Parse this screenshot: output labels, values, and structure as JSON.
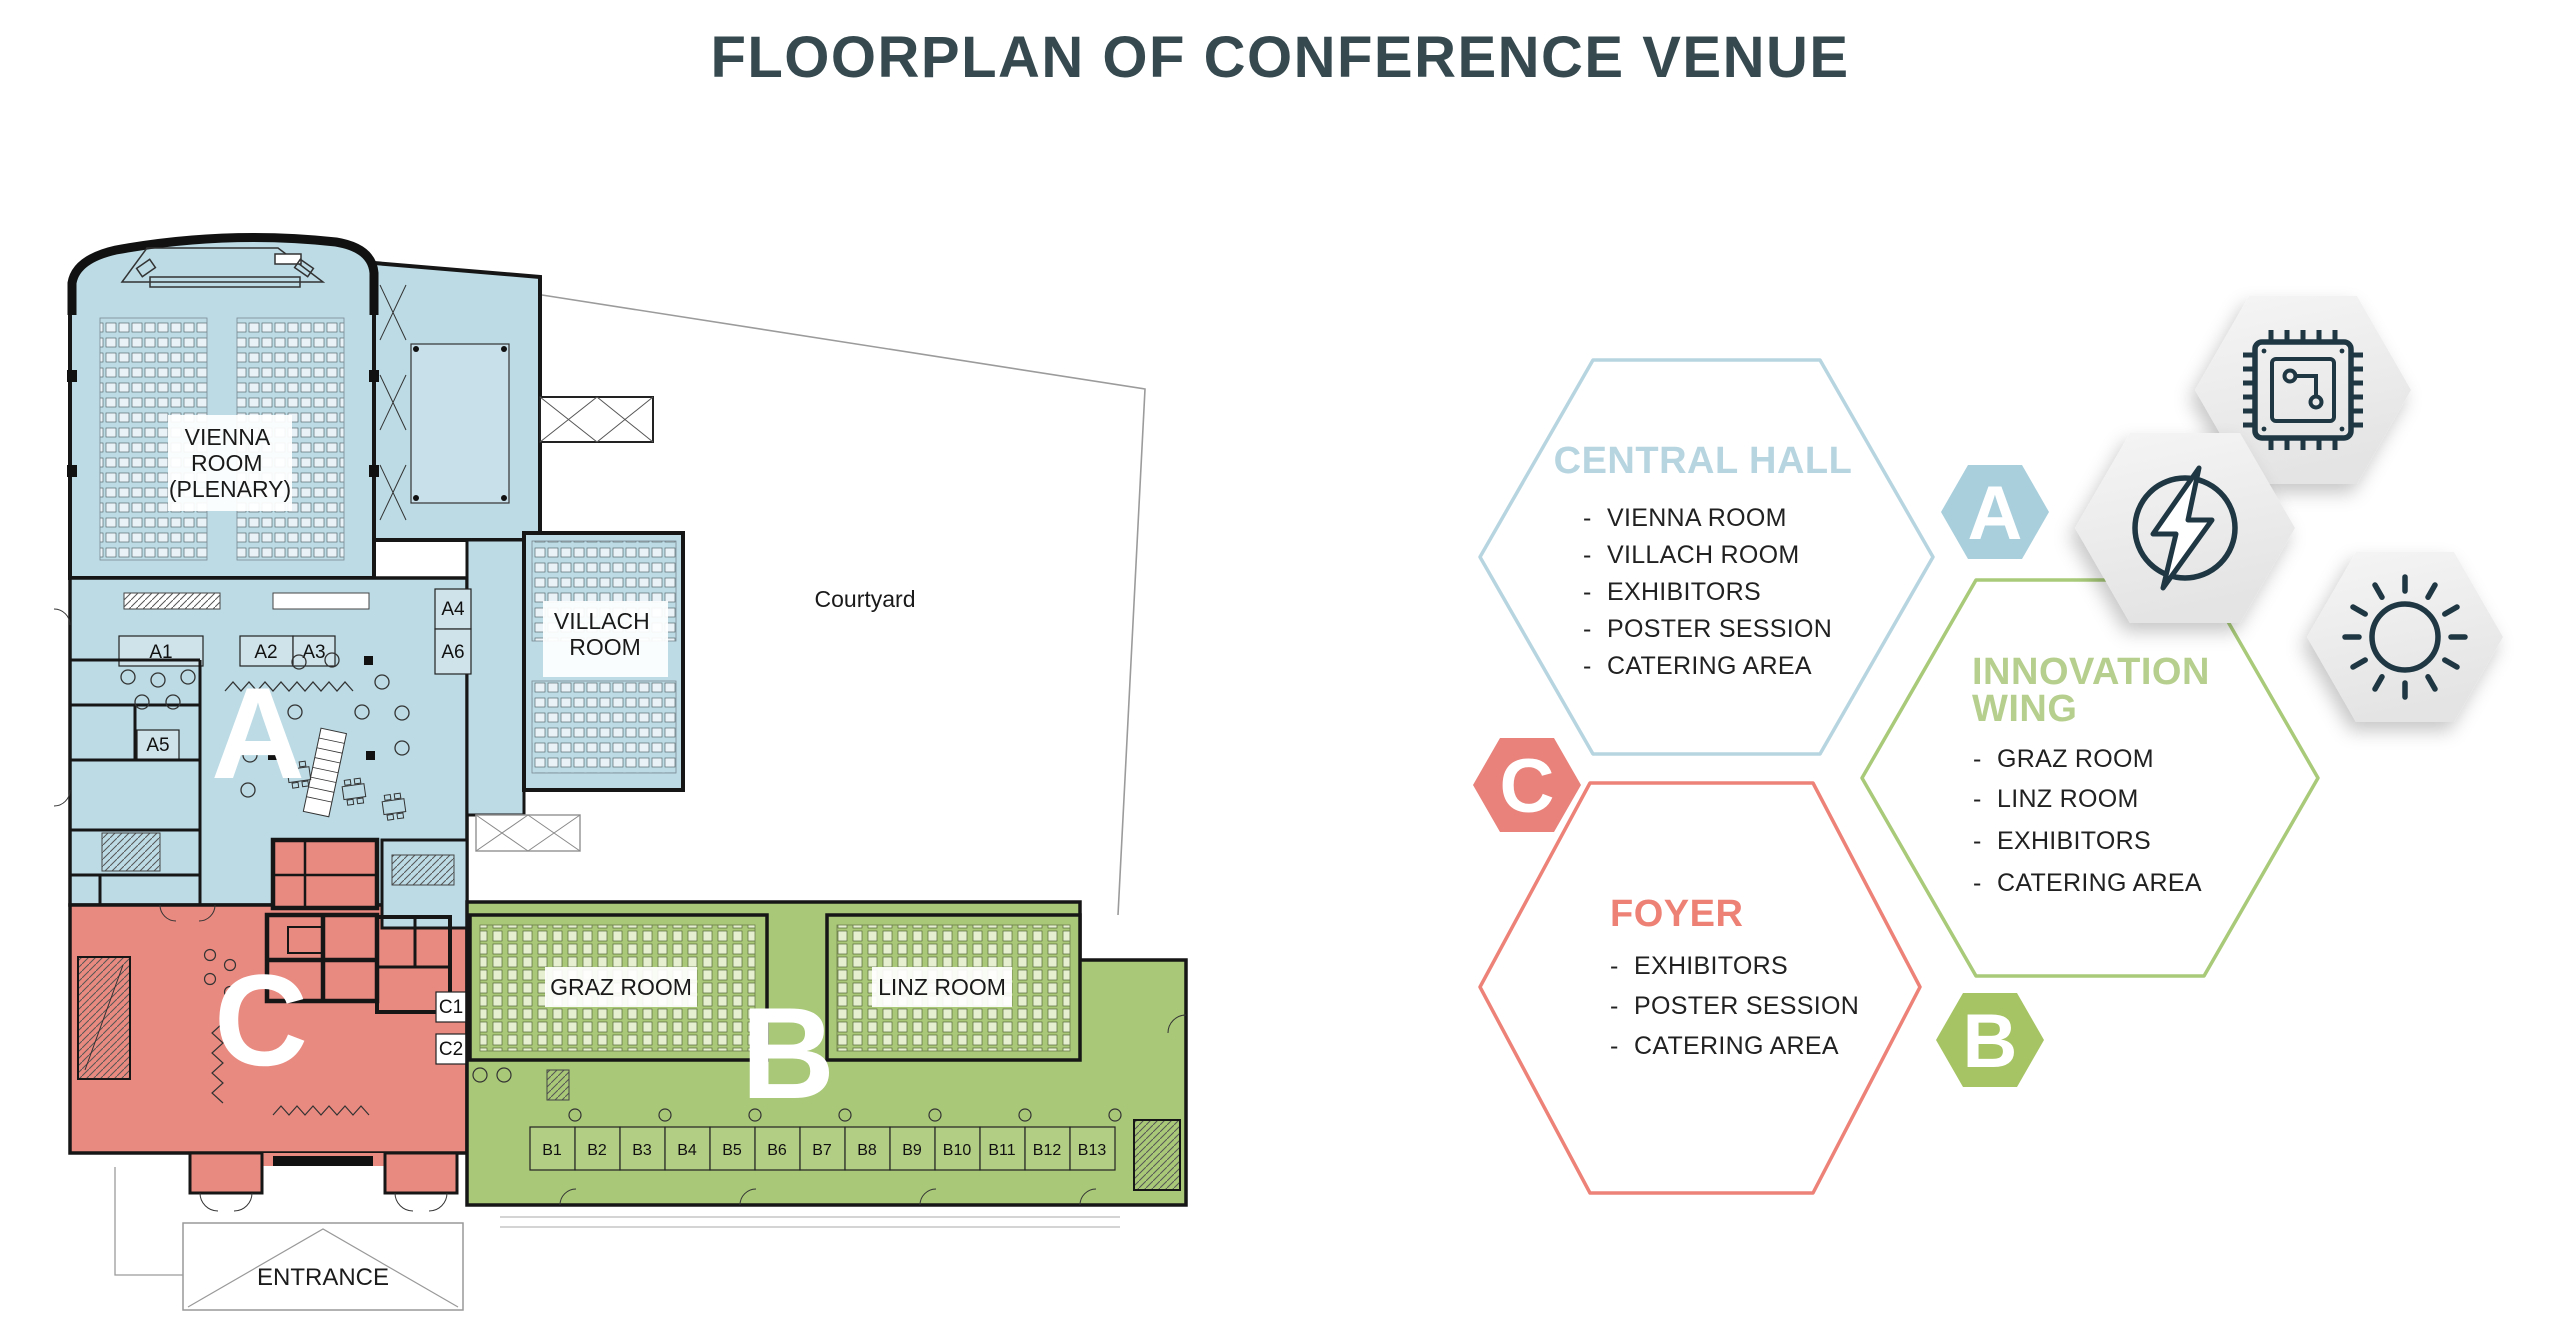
{
  "page": {
    "title": "FLOORPLAN OF CONFERENCE VENUE"
  },
  "colors": {
    "title_text": "#35494f",
    "zone_a_fill": "#bcdbe5",
    "zone_b_fill": "#a9c878",
    "zone_c_fill": "#e98a80",
    "central_hall_accent": "#b7d5e0",
    "innovation_accent_line": "#a8ca79",
    "innovation_accent_title": "#b6cf8e",
    "foyer_accent": "#ee8176",
    "badge_a_fill": "#a9cfdc",
    "badge_b_fill": "#a6c464",
    "badge_c_fill": "#e8827b",
    "icon_navy": "#1e3743",
    "icon_hex_fill": "#efefef",
    "list_text": "#212121"
  },
  "floorplan": {
    "zone_letters": {
      "a": "A",
      "b": "B",
      "c": "C"
    },
    "rooms": {
      "vienna": [
        "VIENNA",
        "ROOM",
        "(PLENARY)"
      ],
      "villach": [
        "VILLACH",
        "ROOM"
      ],
      "graz": "GRAZ ROOM",
      "linz": "LINZ ROOM"
    },
    "markers": {
      "a1": "A1",
      "a2": "A2",
      "a3": "A3",
      "a4": "A4",
      "a5": "A5",
      "a6": "A6",
      "c1": "C1",
      "c2": "C2"
    },
    "booths": [
      "B1",
      "B2",
      "B3",
      "B4",
      "B5",
      "B6",
      "B7",
      "B8",
      "B9",
      "B10",
      "B11",
      "B12",
      "B13"
    ],
    "courtyard": "Courtyard",
    "entrance": "ENTRANCE"
  },
  "legend": {
    "bullet": "-",
    "central_hall": {
      "title": "CENTRAL HALL",
      "badge": "A",
      "items": [
        "VIENNA ROOM",
        "VILLACH ROOM",
        "EXHIBITORS",
        "POSTER SESSION",
        "CATERING AREA"
      ]
    },
    "innovation_wing": {
      "title_lines": [
        "INNOVATION",
        "WING"
      ],
      "badge": "B",
      "items": [
        "GRAZ ROOM",
        "LINZ ROOM",
        "EXHIBITORS",
        "CATERING AREA"
      ]
    },
    "foyer": {
      "title": "FOYER",
      "badge": "C",
      "items": [
        "EXHIBITORS",
        "POSTER SESSION",
        "CATERING AREA"
      ]
    },
    "icon_names": [
      "microchip",
      "lightning-bolt",
      "sun"
    ]
  }
}
